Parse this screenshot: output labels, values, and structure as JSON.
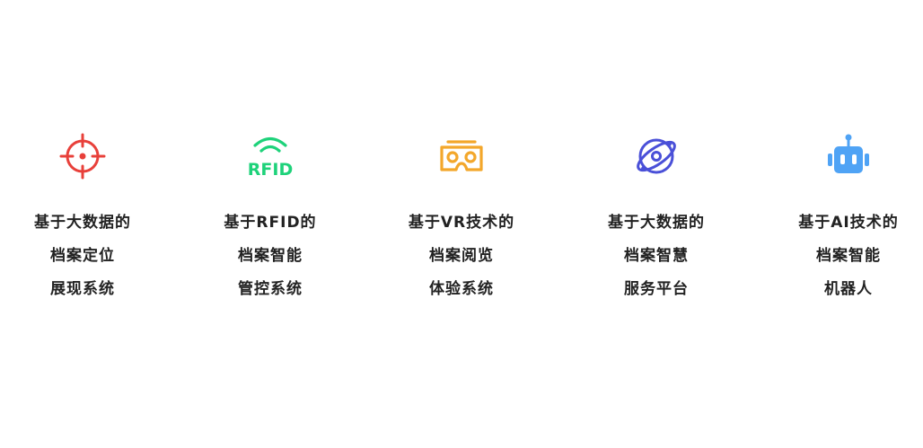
{
  "colors": {
    "text": "#222222",
    "red": "#E8403A",
    "green": "#1ED27A",
    "orange": "#F3A72B",
    "indigo": "#4A50D8",
    "blue": "#4FA3F5"
  },
  "features": [
    {
      "icon": "crosshair-icon",
      "color": "red",
      "lines": [
        "基于大数据的",
        "档案定位",
        "展现系统"
      ]
    },
    {
      "icon": "rfid-icon",
      "color": "green",
      "icon_text": "RFID",
      "lines": [
        "基于RFID的",
        "档案智能",
        "管控系统"
      ]
    },
    {
      "icon": "vr-headset-icon",
      "color": "orange",
      "lines": [
        "基于VR技术的",
        "档案阅览",
        "体验系统"
      ]
    },
    {
      "icon": "atom-icon",
      "color": "indigo",
      "lines": [
        "基于大数据的",
        "档案智慧",
        "服务平台"
      ]
    },
    {
      "icon": "robot-icon",
      "color": "blue",
      "lines": [
        "基于AI技术的",
        "档案智能",
        "机器人"
      ]
    }
  ]
}
